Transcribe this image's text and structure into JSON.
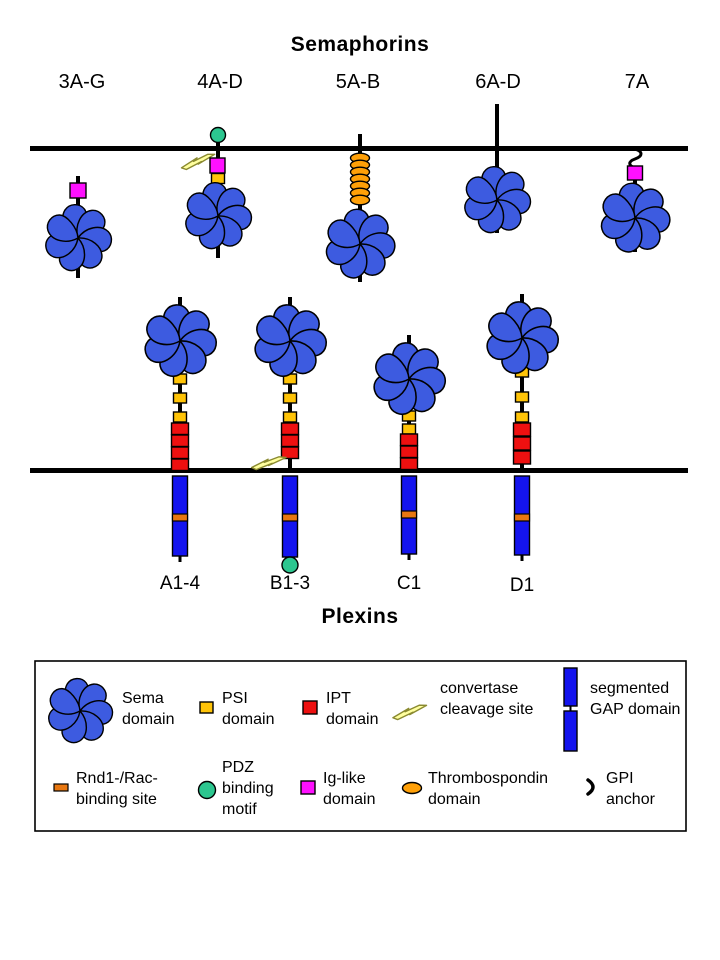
{
  "figure": {
    "top_title": "Semaphorins",
    "bottom_title": "Plexins"
  },
  "semaphorins": {
    "title": "Semaphorins",
    "items": [
      {
        "label": "3A-G",
        "domains": [
          "Ig-like domain",
          "Sema domain"
        ],
        "membrane_attachment": "secreted"
      },
      {
        "label": "4A-D",
        "domains": [
          "PDZ binding motif",
          "convertase cleavage site",
          "Ig-like domain",
          "PSI domain",
          "Sema domain"
        ],
        "membrane_attachment": "transmembrane"
      },
      {
        "label": "5A-B",
        "domains": [
          "Thrombospondin domain x7",
          "Sema domain"
        ],
        "membrane_attachment": "transmembrane"
      },
      {
        "label": "6A-D",
        "domains": [
          "Sema domain"
        ],
        "membrane_attachment": "transmembrane"
      },
      {
        "label": "7A",
        "domains": [
          "GPI anchor",
          "Ig-like domain",
          "Sema domain"
        ],
        "membrane_attachment": "GPI-anchored"
      }
    ]
  },
  "plexins": {
    "title": "Plexins",
    "items": [
      {
        "label": "A1-4",
        "extracellular": [
          "Sema domain",
          "PSI domain x3",
          "IPT domain x4"
        ],
        "intracellular": [
          "segmented GAP domain",
          "Rnd1-/Rac-binding site"
        ]
      },
      {
        "label": "B1-3",
        "extracellular": [
          "Sema domain",
          "PSI domain x3",
          "IPT domain x3",
          "convertase cleavage site"
        ],
        "intracellular": [
          "segmented GAP domain",
          "Rnd1-/Rac-binding site",
          "PDZ binding motif"
        ]
      },
      {
        "label": "C1",
        "extracellular": [
          "Sema domain",
          "PSI domain x2",
          "IPT domain x3"
        ],
        "intracellular": [
          "segmented GAP domain",
          "Rnd1-/Rac-binding site"
        ]
      },
      {
        "label": "D1",
        "extracellular": [
          "Sema domain",
          "PSI domain x3",
          "IPT domain x3"
        ],
        "intracellular": [
          "segmented GAP domain",
          "Rnd1-/Rac-binding site"
        ]
      }
    ]
  },
  "legend": {
    "row1": [
      {
        "icon": "sema-domain-icon",
        "label": "Sema domain"
      },
      {
        "icon": "psi-domain-icon",
        "label": "PSI domain"
      },
      {
        "icon": "ipt-domain-icon",
        "label": "IPT domain"
      },
      {
        "icon": "convertase-cleavage-icon",
        "label": "convertase cleavage site"
      },
      {
        "icon": "segmented-gap-icon",
        "label": "segmented GAP domain"
      }
    ],
    "row2": [
      {
        "icon": "rnd1-rac-binding-icon",
        "label": "Rnd1-/Rac- binding site"
      },
      {
        "icon": "pdz-binding-motif-icon",
        "label": "PDZ binding motif"
      },
      {
        "icon": "ig-like-domain-icon",
        "label": "Ig-like domain"
      },
      {
        "icon": "thrombospondin-icon",
        "label": "Thrombospondin domain"
      },
      {
        "icon": "gpi-anchor-icon",
        "label": "GPI anchor"
      }
    ]
  },
  "colors": {
    "sema_blue": "#3D5BE0",
    "psi_gold": "#FFC408",
    "ipt_red": "#EE1010",
    "ig_magenta": "#FF10FF",
    "pdz_green": "#2CC68F",
    "thrombospondin_orange": "#FFA008",
    "rnd1_rac_orange": "#E87711",
    "gap_blue": "#1414EE",
    "convertase_bolt_yellow": "#FFFF9E",
    "membrane_black": "#000000"
  }
}
